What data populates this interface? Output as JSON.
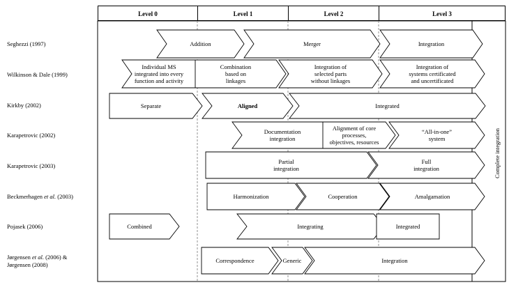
{
  "levels": [
    "Level 0",
    "Level 1",
    "Level 2",
    "Level 3"
  ],
  "side_label": "Complete integration",
  "rows": [
    {
      "author_html": "Seghezzi (1997)",
      "author_parts": [
        {
          "t": "Seghezzi (1997)",
          "i": false
        }
      ],
      "stages": [
        {
          "lines": [
            "Addition"
          ],
          "bold": false
        },
        {
          "lines": [
            "Merger"
          ],
          "bold": false
        },
        {
          "lines": [
            "Integration"
          ],
          "bold": false
        }
      ]
    },
    {
      "author_parts": [
        {
          "t": "Wilkinson & Dale (1999)",
          "i": false
        }
      ],
      "stages": [
        {
          "lines": [
            "Individual MS",
            "integrated into every",
            "function and activity"
          ],
          "bold": false
        },
        {
          "lines": [
            "Combination",
            "based on",
            "linkages"
          ],
          "bold": false
        },
        {
          "lines": [
            "Integration of",
            "selected parts",
            "without linkages"
          ],
          "bold": false
        },
        {
          "lines": [
            "Integration of",
            "systems certificated",
            "and uncertificated"
          ],
          "bold": false
        }
      ]
    },
    {
      "author_parts": [
        {
          "t": "Kirkby (2002)",
          "i": false
        }
      ],
      "stages": [
        {
          "lines": [
            "Separate"
          ],
          "bold": false
        },
        {
          "lines": [
            "Aligned"
          ],
          "bold": true
        },
        {
          "lines": [
            "Integrated"
          ],
          "bold": false
        }
      ]
    },
    {
      "author_parts": [
        {
          "t": "Karapetrovic (2002)",
          "i": false
        }
      ],
      "stages": [
        {
          "lines": [
            "Documentation",
            "integration"
          ],
          "bold": false
        },
        {
          "lines": [
            "Alignment of core",
            "processes,",
            "objectives, resources"
          ],
          "bold": false
        },
        {
          "lines": [
            "“All-in-one”",
            "system"
          ],
          "bold": false
        }
      ]
    },
    {
      "author_parts": [
        {
          "t": "Karapetrovic (2003)",
          "i": false
        }
      ],
      "stages": [
        {
          "lines": [
            "Partial",
            "integration"
          ],
          "bold": false
        },
        {
          "lines": [
            "Full",
            "integration"
          ],
          "bold": false
        }
      ]
    },
    {
      "author_parts": [
        {
          "t": "Beckmerhagen ",
          "i": false
        },
        {
          "t": "et al.",
          "i": true
        },
        {
          "t": " (2003)",
          "i": false
        }
      ],
      "stages": [
        {
          "lines": [
            "Harmonization"
          ],
          "bold": false
        },
        {
          "lines": [
            "Cooperation"
          ],
          "bold": false
        },
        {
          "lines": [
            "Amalgamation"
          ],
          "bold": false
        }
      ]
    },
    {
      "author_parts": [
        {
          "t": "Pojasek (2006)",
          "i": false
        }
      ],
      "stages": [
        {
          "lines": [
            "Combined"
          ],
          "bold": false
        },
        {
          "lines": [
            "Integrating"
          ],
          "bold": false
        },
        {
          "lines": [
            "Integrated"
          ],
          "bold": false
        }
      ]
    },
    {
      "author_parts": [
        {
          "t": "Jørgensen ",
          "i": false
        },
        {
          "t": "et al.",
          "i": true
        },
        {
          "t": " (2006) &",
          "i": false
        }
      ],
      "author_parts2": [
        {
          "t": "Jørgensen (2008)",
          "i": false
        }
      ],
      "stages": [
        {
          "lines": [
            "Correspondence"
          ],
          "bold": false
        },
        {
          "lines": [
            "Generic"
          ],
          "bold": false
        },
        {
          "lines": [
            "Integration"
          ],
          "bold": false
        }
      ]
    }
  ]
}
